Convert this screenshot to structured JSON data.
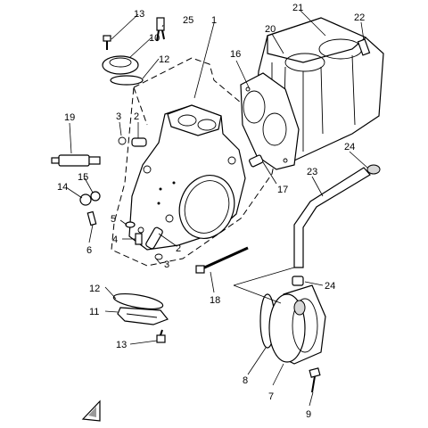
{
  "callouts": {
    "c1": "1",
    "c2a": "2",
    "c2b": "2",
    "c3a": "3",
    "c3b": "3",
    "c4": "4",
    "c5": "5",
    "c6": "6",
    "c7": "7",
    "c8": "8",
    "c9": "9",
    "c10": "10",
    "c11": "11",
    "c12a": "12",
    "c12b": "12",
    "c13a": "13",
    "c13b": "13",
    "c14": "14",
    "c15": "15",
    "c16": "16",
    "c17": "17",
    "c18": "18",
    "c19": "19",
    "c20": "20",
    "c21": "21",
    "c22": "22",
    "c23": "23",
    "c24a": "24",
    "c24b": "24",
    "c25": "25"
  },
  "front_marker": {
    "icon": "front-arrow-icon"
  }
}
